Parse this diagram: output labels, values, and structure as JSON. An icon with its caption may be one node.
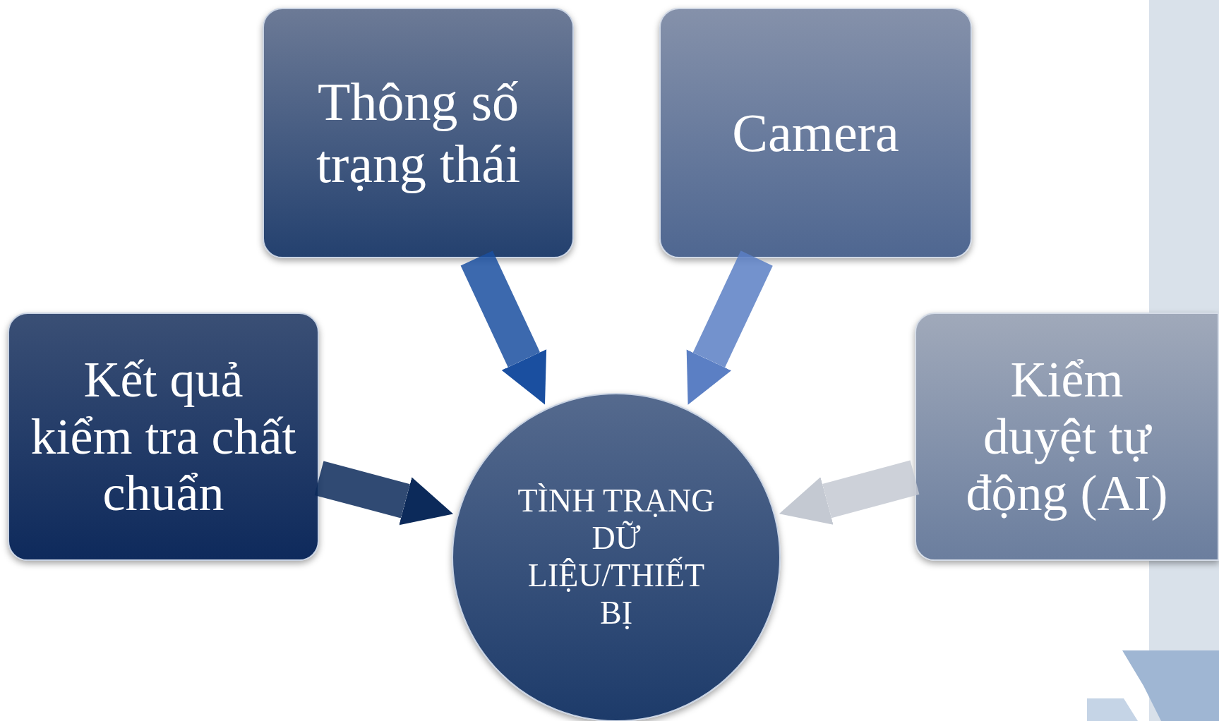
{
  "diagram": {
    "nodes": [
      {
        "text": [
          "Thông số trạng thái"
        ]
      },
      {
        "text": [
          "Camera"
        ]
      },
      {
        "text": [
          "Kết quả kiểm tra chất chuẩn"
        ]
      },
      {
        "text": [
          "Kiểm duyệt tự động (AI)"
        ]
      },
      {
        "text": [
          "TÌNH TRẠNG DỮ LIỆU/THIẾT BỊ"
        ]
      }
    ],
    "edges": [
      {
        "from": 0,
        "to": 4,
        "arrow": "to",
        "color": "#1a4fa0"
      },
      {
        "from": 1,
        "to": 4,
        "arrow": "to",
        "color": "#5b7fc4"
      },
      {
        "from": 2,
        "to": 4,
        "arrow": "to",
        "color": "#0c2a5a"
      },
      {
        "from": 3,
        "to": 4,
        "arrow": "to",
        "color": "#c4c9d2"
      }
    ]
  }
}
